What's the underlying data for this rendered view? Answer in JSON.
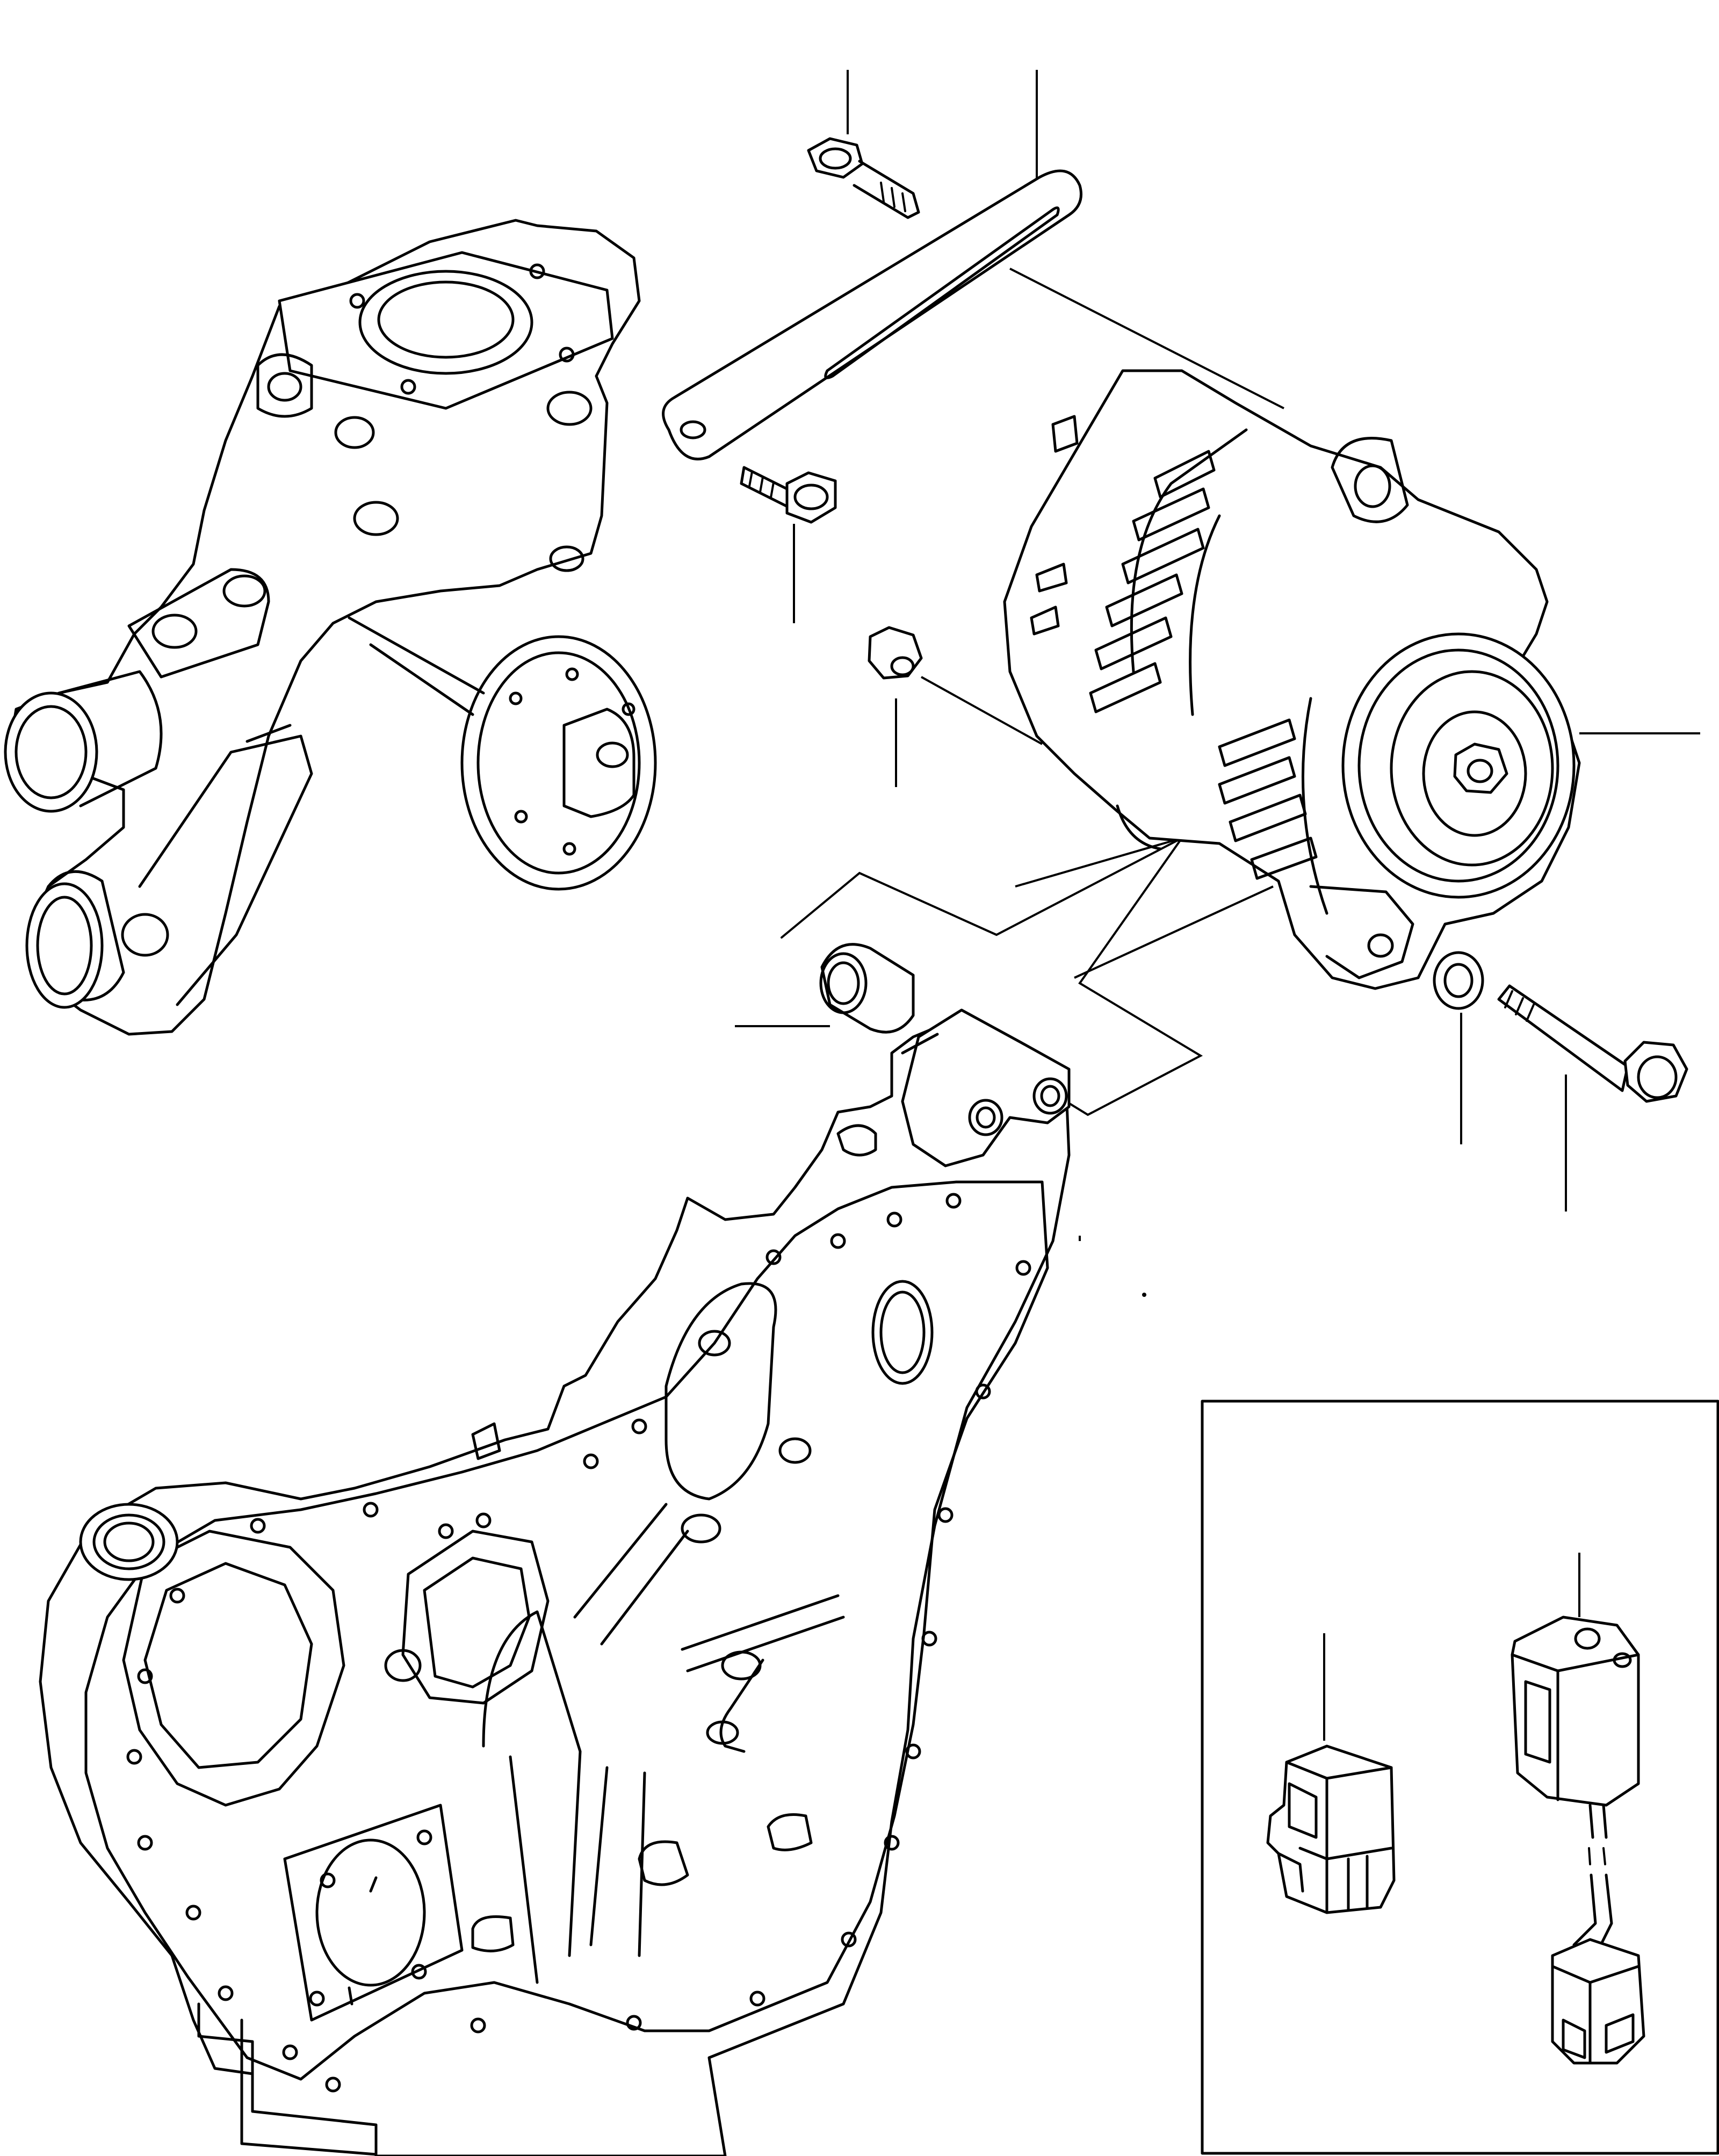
{
  "diagram": {
    "type": "exploded parts illustration",
    "line_color": "#000000",
    "background": "#ffffff",
    "parts": [
      {
        "id": "water-pump-thermostat-housing",
        "icon": "housing-icon"
      },
      {
        "id": "adjusting-bracket",
        "icon": "bracket-icon"
      },
      {
        "id": "bracket-bolt-upper",
        "icon": "bolt-icon"
      },
      {
        "id": "bracket-bolt-lower",
        "icon": "bolt-icon"
      },
      {
        "id": "alternator",
        "icon": "alternator-icon"
      },
      {
        "id": "nut",
        "icon": "nut-icon"
      },
      {
        "id": "spacer-collar",
        "icon": "collar-icon"
      },
      {
        "id": "washer",
        "icon": "washer-icon"
      },
      {
        "id": "pivot-bolt",
        "icon": "bolt-icon"
      },
      {
        "id": "timing-cover",
        "icon": "cover-icon"
      },
      {
        "id": "connector",
        "icon": "connector-icon"
      },
      {
        "id": "regulator-module",
        "icon": "module-icon"
      }
    ],
    "inset": {
      "present": true
    }
  }
}
